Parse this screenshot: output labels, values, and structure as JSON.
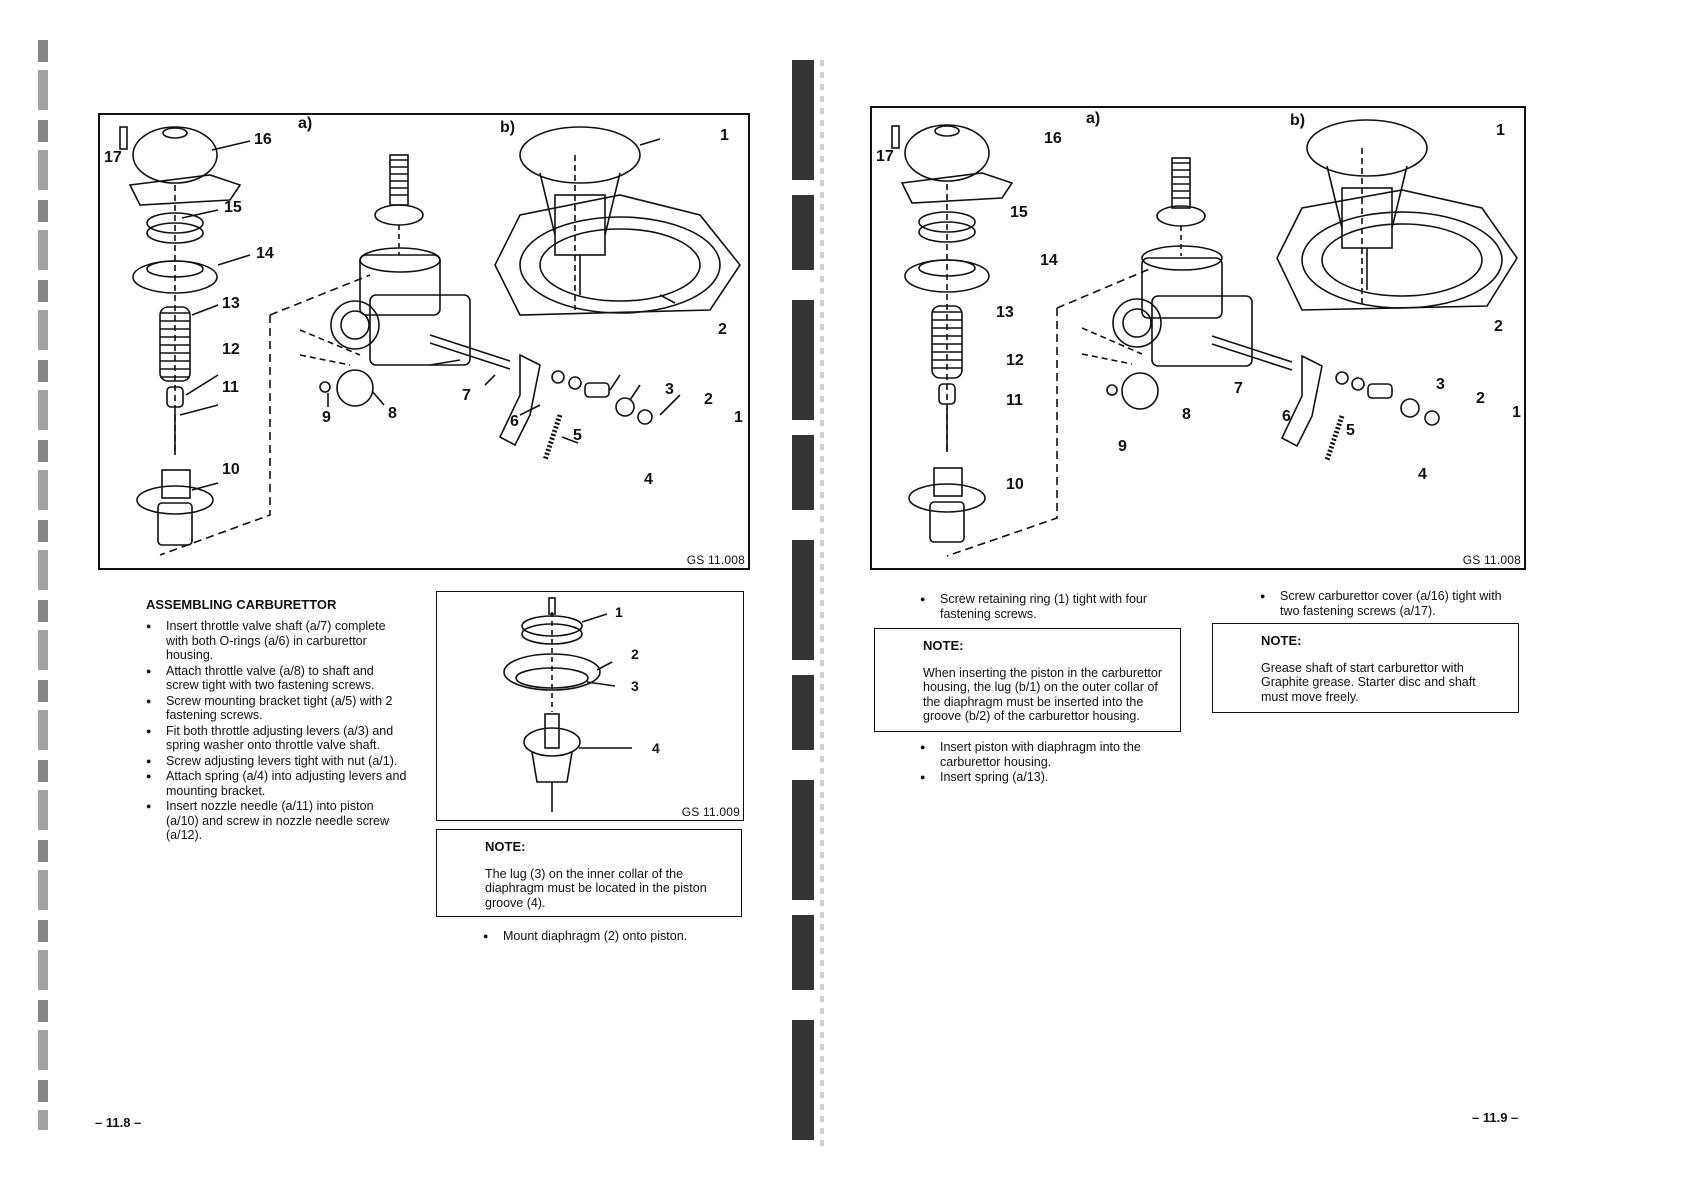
{
  "left": {
    "figure_main": {
      "code": "GS 11.008",
      "sub_a": "a)",
      "sub_b": "b)",
      "callouts_a": [
        "17",
        "16",
        "15",
        "14",
        "13",
        "12",
        "11",
        "10",
        "9",
        "8",
        "7",
        "6",
        "5",
        "4",
        "3",
        "2",
        "1"
      ],
      "callouts_b": [
        "1",
        "2"
      ]
    },
    "section_title": "ASSEMBLING CARBURETTOR",
    "steps": [
      "Insert throttle valve shaft (a/7) complete with both O-rings (a/6) in carburettor housing.",
      "Attach throttle valve (a/8) to shaft and screw tight with two fastening screws.",
      "Screw mounting bracket tight (a/5) with 2 fastening screws.",
      "Fit both throttle adjusting levers (a/3) and spring washer onto throttle valve shaft.",
      "Screw adjusting levers tight with nut (a/1).",
      "Attach spring (a/4) into adjusting levers and mounting bracket.",
      "Insert nozzle needle (a/11) into piston (a/10) and screw in nozzle needle screw (a/12)."
    ],
    "figure_small": {
      "code": "GS 11.009",
      "callouts": [
        "1",
        "2",
        "3",
        "4"
      ]
    },
    "note": {
      "heading": "NOTE:",
      "text": "The lug (3) on the inner collar of the diaphragm must be located in the piston groove (4)."
    },
    "step_after_note": "Mount diaphragm (2) onto piston.",
    "page_number": "– 11.8 –"
  },
  "right": {
    "figure_main": {
      "code": "GS 11.008"
    },
    "step_col1": "Screw retaining ring (1) tight with four fastening screws.",
    "note_col1": {
      "heading": "NOTE:",
      "text": "When inserting the piston in the carburettor housing, the lug (b/1) on the outer collar of the diaphragm must be inserted into the groove (b/2) of the carburettor housing."
    },
    "steps_col1b": [
      "Insert piston with diaphragm into the carburettor housing.",
      "Insert spring (a/13)."
    ],
    "step_col2": "Screw carburettor cover (a/16) tight with two fastening screws (a/17).",
    "note_col2": {
      "heading": "NOTE:",
      "text": "Grease shaft of start carburettor with Graphite grease. Starter disc and shaft must move freely."
    },
    "page_number": "– 11.9 –"
  }
}
